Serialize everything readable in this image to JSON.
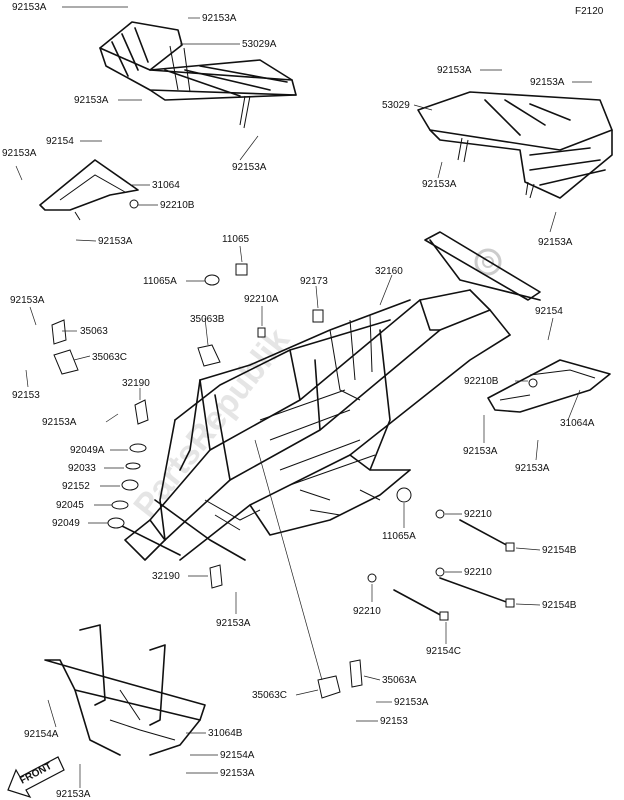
{
  "diagram_code": "F2120",
  "front_label": "FRONT",
  "labels": {
    "l01": "92153A",
    "l02": "92153A",
    "l03": "53029A",
    "l04": "92153A",
    "l05": "92153A",
    "l06": "92153A",
    "l07": "92153A",
    "l08": "53029",
    "l09": "92153A",
    "l10": "92154",
    "l11": "92153A",
    "l12": "31064",
    "l13": "92210B",
    "l14": "92153A",
    "l15": "92153A",
    "l16": "11065",
    "l17": "11065A",
    "l18": "92173",
    "l19": "32160",
    "l20": "92210A",
    "l21": "92153A",
    "l22": "35063",
    "l23": "35063B",
    "l24": "35063C",
    "l25": "92153",
    "l26": "92154",
    "l27": "32190",
    "l28": "92153A",
    "l29": "92210B",
    "l30": "92049A",
    "l31": "31064A",
    "l32": "92033",
    "l33": "92153A",
    "l34": "92153A",
    "l35": "92152",
    "l36": "92045",
    "l37": "92210",
    "l38": "92049",
    "l39": "11065A",
    "l40": "92154B",
    "l41": "32190",
    "l42": "92210",
    "l43": "92153A",
    "l44": "92210",
    "l45": "92154B",
    "l46": "92154C",
    "l47": "35063A",
    "l48": "35063C",
    "l49": "92153A",
    "l50": "92153",
    "l51": "92154A",
    "l52": "31064B",
    "l53": "92154A",
    "l54": "92153A",
    "l55": "92153A"
  },
  "watermark": "PartsRepublik"
}
